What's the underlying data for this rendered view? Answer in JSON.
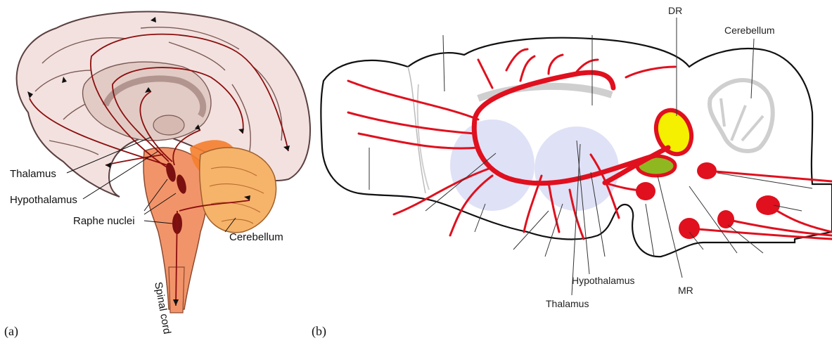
{
  "panel_a": {
    "caption": "(a)",
    "labels": {
      "thalamus": "Thalamus",
      "hypothalamus": "Hypothalamus",
      "raphe_nuclei": "Raphe nuclei",
      "cerebellum": "Cerebellum",
      "spinal_cord": "Spinal cord"
    },
    "colors": {
      "cortex": "#f3e1df",
      "cortex_outline": "#5a4040",
      "inner": "#e3cbc5",
      "brainstem": "#f2946a",
      "cerebellum": "#f6b36a",
      "nuclei": "#7a1010",
      "pathway": "#8b0e0e"
    }
  },
  "panel_b": {
    "caption": "(b)",
    "labels": {
      "dr": "DR",
      "cerebellum": "Cerebellum",
      "hypothalamus": "Hypothalamus",
      "thalamus": "Thalamus",
      "mr": "MR"
    },
    "colors": {
      "outline": "#111111",
      "projection": "#e0101e",
      "dr_fill": "#f5f000",
      "mr_fill": "#8fb820",
      "region_shade": "#d9dcf5",
      "grey_matter": "#cfcfcf"
    }
  }
}
